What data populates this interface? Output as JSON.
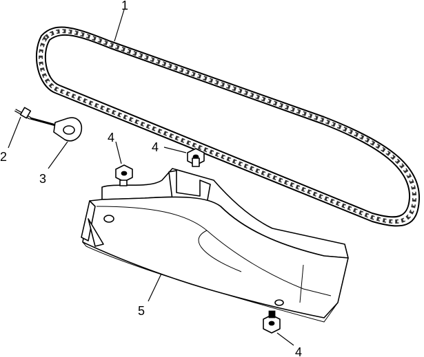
{
  "callouts": [
    {
      "id": "chain",
      "label": "1"
    },
    {
      "id": "adjuster-bolt",
      "label": "2"
    },
    {
      "id": "adjuster-plate",
      "label": "3"
    },
    {
      "id": "nut-left",
      "label": "4"
    },
    {
      "id": "nut-center",
      "label": "4"
    },
    {
      "id": "nut-bottom",
      "label": "4"
    },
    {
      "id": "chain-guard",
      "label": "5"
    }
  ]
}
